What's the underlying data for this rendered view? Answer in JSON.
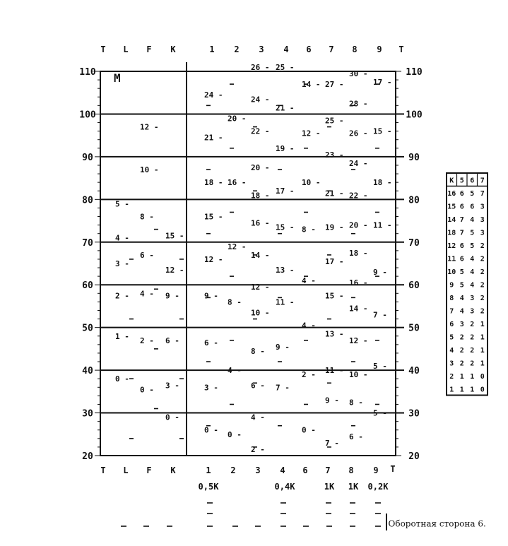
{
  "header_letters": [
    "T",
    "L",
    "F",
    "K"
  ],
  "column_numbers": [
    "1",
    "2",
    "3",
    "4",
    "6",
    "7",
    "8",
    "9"
  ],
  "right_top_letter": "T",
  "y_ticks": [
    "110",
    "100",
    "90",
    "80",
    "70",
    "60",
    "50",
    "40",
    "30",
    "20"
  ],
  "panel_mark": "M",
  "bottom_labels": [
    "0,5K",
    "0,4K",
    "1K",
    "1K",
    "0,2K"
  ],
  "left_values": [
    {
      "col": 1,
      "y": 97,
      "text": "12 -"
    },
    {
      "col": 1,
      "y": 87,
      "text": "10 -"
    },
    {
      "col": 0,
      "y": 79,
      "text": "5 -"
    },
    {
      "col": 1,
      "y": 76,
      "text": "8 -"
    },
    {
      "col": 0,
      "y": 71,
      "text": "4 -"
    },
    {
      "col": 2,
      "y": 71.5,
      "text": "15 -"
    },
    {
      "col": 1,
      "y": 67,
      "text": "6 -"
    },
    {
      "col": 0,
      "y": 65,
      "text": "3 -"
    },
    {
      "col": 2,
      "y": 63.5,
      "text": "12 -"
    },
    {
      "col": 1,
      "y": 58,
      "text": "4 -"
    },
    {
      "col": 0,
      "y": 57.5,
      "text": "2 -"
    },
    {
      "col": 2,
      "y": 57.5,
      "text": "9 -"
    },
    {
      "col": 0,
      "y": 48,
      "text": "1 -"
    },
    {
      "col": 1,
      "y": 47,
      "text": "2 -"
    },
    {
      "col": 2,
      "y": 47,
      "text": "6 -"
    },
    {
      "col": 0,
      "y": 38,
      "text": "0 -"
    },
    {
      "col": 2,
      "y": 36.5,
      "text": "3 -"
    },
    {
      "col": 1,
      "y": 35.5,
      "text": "0 -"
    },
    {
      "col": 2,
      "y": 29,
      "text": "0 -"
    }
  ],
  "right_values": [
    {
      "col": 2,
      "y": 111,
      "text": "26 -"
    },
    {
      "col": 3,
      "y": 111,
      "text": "25 -"
    },
    {
      "col": 6,
      "y": 109.5,
      "text": "30 -"
    },
    {
      "col": 4,
      "y": 107,
      "text": "14 -"
    },
    {
      "col": 5,
      "y": 107,
      "text": "27 -"
    },
    {
      "col": 7,
      "y": 107.5,
      "text": "17 -"
    },
    {
      "col": 0,
      "y": 104.5,
      "text": "24 -"
    },
    {
      "col": 2,
      "y": 103.5,
      "text": "24 -"
    },
    {
      "col": 6,
      "y": 102.5,
      "text": "28 -"
    },
    {
      "col": 3,
      "y": 101.5,
      "text": "21 -"
    },
    {
      "col": 1,
      "y": 99,
      "text": "20 -"
    },
    {
      "col": 5,
      "y": 98.5,
      "text": "25 -"
    },
    {
      "col": 2,
      "y": 96,
      "text": "22 -"
    },
    {
      "col": 4,
      "y": 95.5,
      "text": "12 -"
    },
    {
      "col": 6,
      "y": 95.5,
      "text": "26 -"
    },
    {
      "col": 7,
      "y": 96,
      "text": "15 -"
    },
    {
      "col": 0,
      "y": 94.5,
      "text": "21 -"
    },
    {
      "col": 3,
      "y": 92,
      "text": "19 -"
    },
    {
      "col": 5,
      "y": 90.5,
      "text": "23 -"
    },
    {
      "col": 6,
      "y": 88.5,
      "text": "24 -"
    },
    {
      "col": 2,
      "y": 87.5,
      "text": "20 -"
    },
    {
      "col": 0,
      "y": 84,
      "text": "18 -"
    },
    {
      "col": 1,
      "y": 84,
      "text": "16 -"
    },
    {
      "col": 4,
      "y": 84,
      "text": "10 -"
    },
    {
      "col": 7,
      "y": 84,
      "text": "18 -"
    },
    {
      "col": 3,
      "y": 82,
      "text": "17 -"
    },
    {
      "col": 5,
      "y": 81.5,
      "text": "21 -"
    },
    {
      "col": 6,
      "y": 81,
      "text": "22 -"
    },
    {
      "col": 2,
      "y": 81,
      "text": "18 -"
    },
    {
      "col": 0,
      "y": 76,
      "text": "15 -"
    },
    {
      "col": 2,
      "y": 74.5,
      "text": "16 -"
    },
    {
      "col": 3,
      "y": 73.5,
      "text": "15 -"
    },
    {
      "col": 4,
      "y": 73,
      "text": "8 -"
    },
    {
      "col": 5,
      "y": 73.5,
      "text": "19 -"
    },
    {
      "col": 6,
      "y": 74,
      "text": "20 -"
    },
    {
      "col": 7,
      "y": 74,
      "text": "11 -"
    },
    {
      "col": 1,
      "y": 69,
      "text": "12 -"
    },
    {
      "col": 2,
      "y": 67,
      "text": "14 -"
    },
    {
      "col": 6,
      "y": 67.5,
      "text": "18 -"
    },
    {
      "col": 0,
      "y": 66,
      "text": "12 -"
    },
    {
      "col": 5,
      "y": 65.5,
      "text": "17 -"
    },
    {
      "col": 3,
      "y": 63.5,
      "text": "13 -"
    },
    {
      "col": 7,
      "y": 63,
      "text": "9 -"
    },
    {
      "col": 4,
      "y": 61,
      "text": "4 -"
    },
    {
      "col": 6,
      "y": 60.5,
      "text": "16 -"
    },
    {
      "col": 2,
      "y": 59.5,
      "text": "12 -"
    },
    {
      "col": 0,
      "y": 57.5,
      "text": "9 -"
    },
    {
      "col": 5,
      "y": 57.5,
      "text": "15 -"
    },
    {
      "col": 1,
      "y": 56,
      "text": "8 -"
    },
    {
      "col": 3,
      "y": 56,
      "text": "11 -"
    },
    {
      "col": 6,
      "y": 54.5,
      "text": "14 -"
    },
    {
      "col": 2,
      "y": 53.5,
      "text": "10 -"
    },
    {
      "col": 7,
      "y": 53,
      "text": "7 -"
    },
    {
      "col": 4,
      "y": 50.5,
      "text": "4 -"
    },
    {
      "col": 5,
      "y": 48.5,
      "text": "13 -"
    },
    {
      "col": 6,
      "y": 47,
      "text": "12 -"
    },
    {
      "col": 0,
      "y": 46.5,
      "text": "6 -"
    },
    {
      "col": 3,
      "y": 45.5,
      "text": "9 -"
    },
    {
      "col": 2,
      "y": 44.5,
      "text": "8 -"
    },
    {
      "col": 7,
      "y": 41,
      "text": "5 -"
    },
    {
      "col": 1,
      "y": 40,
      "text": "4 -"
    },
    {
      "col": 5,
      "y": 40,
      "text": "11 -"
    },
    {
      "col": 4,
      "y": 39,
      "text": "2 -"
    },
    {
      "col": 6,
      "y": 39,
      "text": "10 -"
    },
    {
      "col": 0,
      "y": 36,
      "text": "3 -"
    },
    {
      "col": 2,
      "y": 36.5,
      "text": "6 -"
    },
    {
      "col": 3,
      "y": 36,
      "text": "7 -"
    },
    {
      "col": 5,
      "y": 33,
      "text": "9 -"
    },
    {
      "col": 6,
      "y": 32.5,
      "text": "8 -"
    },
    {
      "col": 7,
      "y": 30,
      "text": "5 -"
    },
    {
      "col": 2,
      "y": 29,
      "text": "4 -"
    },
    {
      "col": 0,
      "y": 26,
      "text": "0 -"
    },
    {
      "col": 4,
      "y": 26,
      "text": "0 -"
    },
    {
      "col": 1,
      "y": 25,
      "text": "0 -"
    },
    {
      "col": 6,
      "y": 24.5,
      "text": "6 -"
    },
    {
      "col": 5,
      "y": 23,
      "text": "7 -"
    },
    {
      "col": 2,
      "y": 21.5,
      "text": "2 -"
    }
  ],
  "side_table": {
    "header": [
      "K",
      "5",
      "6",
      "7"
    ],
    "rows": [
      [
        "16",
        "6",
        "5",
        "7"
      ],
      [
        "15",
        "6",
        "6",
        "3"
      ],
      [
        "14",
        "7",
        "4",
        "3"
      ],
      [
        "18",
        "7",
        "5",
        "3"
      ],
      [
        "12",
        "6",
        "5",
        "2"
      ],
      [
        "11",
        "6",
        "4",
        "2"
      ],
      [
        "10",
        "5",
        "4",
        "2"
      ],
      [
        "9",
        "5",
        "4",
        "2"
      ],
      [
        "8",
        "4",
        "3",
        "2"
      ],
      [
        "7",
        "4",
        "3",
        "2"
      ],
      [
        "6",
        "3",
        "2",
        "1"
      ],
      [
        "5",
        "2",
        "2",
        "1"
      ],
      [
        "4",
        "2",
        "2",
        "1"
      ],
      [
        "3",
        "2",
        "2",
        "1"
      ],
      [
        "2",
        "1",
        "1",
        "0"
      ],
      [
        "1",
        "1",
        "1",
        "0"
      ]
    ]
  },
  "caption": "Оборотная сторона 6."
}
